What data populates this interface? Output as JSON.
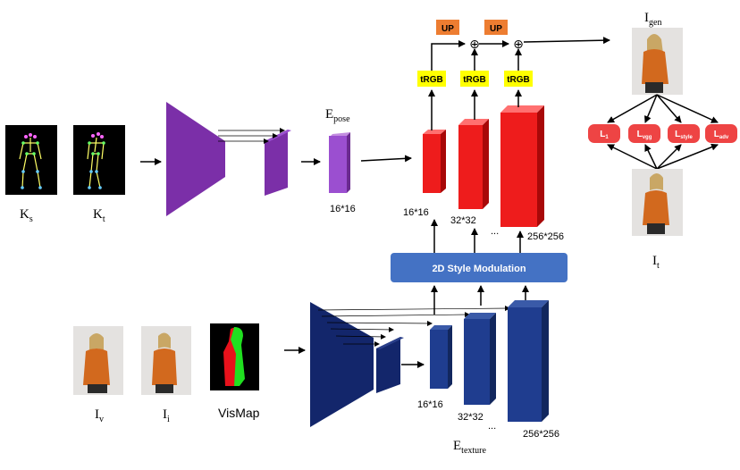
{
  "pose_branch": {
    "source_keypoints_label": "K",
    "source_keypoints_sub": "s",
    "target_keypoints_label": "K",
    "target_keypoints_sub": "t",
    "encoder_label": "E",
    "encoder_sub": "pose",
    "encoder_output_dim": "16*16"
  },
  "texture_branch": {
    "visible_image_label": "I",
    "visible_image_sub": "v",
    "invisible_image_label": "I",
    "invisible_image_sub": "i",
    "vismap_label": "VisMap",
    "encoder_label": "E",
    "encoder_sub": "texture",
    "feature_dims": [
      "16*16",
      "32*32",
      "...",
      "256*256"
    ]
  },
  "style_modulation_label": "2D Style Modulation",
  "generator": {
    "feature_dims": [
      "16*16",
      "32*32",
      "...",
      "256*256"
    ],
    "trgb_labels": [
      "tRGB",
      "tRGB",
      "tRGB"
    ],
    "up_labels": [
      "UP",
      "UP"
    ],
    "sum_symbol": "⊕"
  },
  "losses": [
    {
      "main": "L",
      "sub": "1"
    },
    {
      "main": "L",
      "sub": "vgg"
    },
    {
      "main": "L",
      "sub": "style"
    },
    {
      "main": "L",
      "sub": "adv"
    }
  ],
  "generated_image_label": "I",
  "generated_image_sub": "gen",
  "target_image_label": "I",
  "target_image_sub": "t",
  "colors": {
    "pose_encoder": "#7b2fa8",
    "pose_feature": "#9b4fd0",
    "generator_block": "#ee1c1c",
    "texture_encoder": "#13266b",
    "style_modulation": "#4472c4",
    "trgb_box": "#ffff00",
    "up_box": "#ed7d31",
    "loss_box": "#ee4444",
    "sweater": "#d2691e"
  }
}
